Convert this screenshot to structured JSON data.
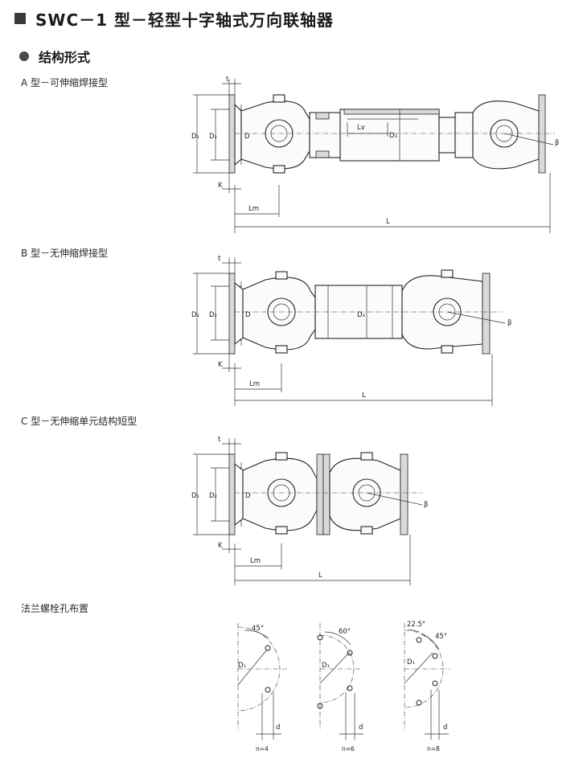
{
  "header": {
    "title": "SWC－1 型－轻型十字轴式万向联轴器"
  },
  "section": {
    "title": "结构形式"
  },
  "captions": {
    "a": "A 型－可伸缩焊接型",
    "b": "B 型－无伸缩焊接型",
    "c": "C 型－无伸缩单元结构短型",
    "bolt": "法兰螺栓孔布置"
  },
  "dims": {
    "t": "t",
    "D1": "D₁",
    "D2": "D₂",
    "D": "D",
    "D3": "D₃",
    "K": "K",
    "Lm": "Lm",
    "L": "L",
    "Lv": "Lv",
    "beta": "β",
    "d": "d"
  },
  "bolt_layouts": [
    {
      "angle": "45°",
      "n": "n=4"
    },
    {
      "angle": "60°",
      "n": "n=6"
    },
    {
      "angle": "22.5°",
      "angle2": "45°",
      "n": "n=8"
    }
  ],
  "colors": {
    "ink": "#222222",
    "header_square": "#3a3a3a",
    "bullet": "#4a4a4a",
    "hatch": "#d9d9d9"
  }
}
